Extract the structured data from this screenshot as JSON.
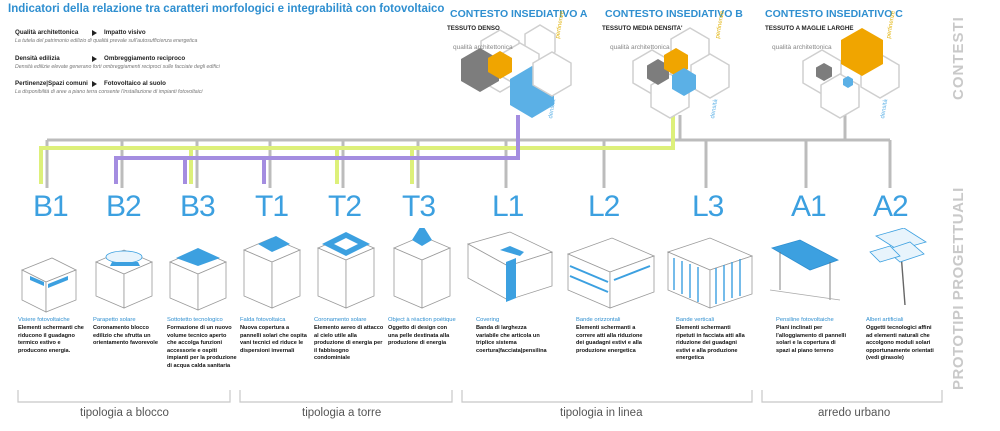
{
  "header": {
    "title": "Indicatori della relazione tra caratteri morfologici e integrabilità con fotovoltaico"
  },
  "indicators": [
    {
      "left": "Qualità architettonica",
      "right": "Impatto visivo",
      "desc": "La tutela del patrimonio edilizio di qualità prevale sull'autosufficienza energetica"
    },
    {
      "left": "Densità edilizia",
      "right": "Ombreggiamento reciproco",
      "desc": "Densità edilizie elevate generano forti ombreggiamenti reciproci sulle facciate degli edifici"
    },
    {
      "left": "Pertinenze|Spazi comuni",
      "right": "Fotovoltaico al suolo",
      "desc": "La disponibilità di aree a piano terra consente l'installazione di impianti fotovoltaici"
    }
  ],
  "contexts": [
    {
      "title": "CONTESTO INSEDIATIVO A",
      "sub": "TESSUTO DENSO",
      "q": "qualità architettonica",
      "p": "pertinenze",
      "d": "densità"
    },
    {
      "title": "CONTESTO INSEDIATIVO B",
      "sub": "TESSUTO MEDIA DENSITA'",
      "q": "qualità architettonica",
      "p": "pertinenze",
      "d": "densità"
    },
    {
      "title": "CONTESTO INSEDIATIVO C",
      "sub": "TESSUTO A MAGLIE LARGHE",
      "q": "qualità architettonica",
      "p": "pertinenze",
      "d": "densità"
    }
  ],
  "side_labels": {
    "contesti": "CONTESTI",
    "prototipi": "PROTOTIPI PROGETTUALI"
  },
  "prototypes": [
    {
      "code": "B1",
      "title": "Visiere fotovoltaiche",
      "desc": "Elementi schermanti che riducono il guadagno termico estivo e producono energia."
    },
    {
      "code": "B2",
      "title": "Parapetto solare",
      "desc": "Coronamento blocco edilizio che sfrutta un orientamento favorevole"
    },
    {
      "code": "B3",
      "title": "Sottotetto tecnologico",
      "desc": "Formazione di un nuovo volume tecnico aperto che accolga funzioni accessorie e ospiti impianti per la produzione di acqua calda sanitaria"
    },
    {
      "code": "T1",
      "title": "Falda fotovoltaica",
      "desc": "Nuova copertura a pannelli solari che ospita vani tecnici ed riduce le dispersioni invernali"
    },
    {
      "code": "T2",
      "title": "Coronamento solare",
      "desc": "Elemento aereo di attacco al cielo utile alla produzione di energia per il fabbisogno condominiale"
    },
    {
      "code": "T3",
      "title": "Object à réaction poétique",
      "desc": "Oggetto di design con una pelle destinata alla produzione di energia"
    },
    {
      "code": "L1",
      "title": "Covering",
      "desc": "Banda di larghezza variabile che articola un triplice sistema coertura|facciata|pensilina"
    },
    {
      "code": "L2",
      "title": "Bande orizzontali",
      "desc": "Elementi schermanti a correre atti alla riduzione dei guadagni estivi e alla produzione energetica"
    },
    {
      "code": "L3",
      "title": "Bande verticali",
      "desc": "Elementi schermanti ripetuti in facciata atti alla riduzione dei guadagni estivi e alla produzione energetica"
    },
    {
      "code": "A1",
      "title": "Pensiline fotovoltaiche",
      "desc": "Piani inclinati per l'alloggiamento di pannelli solari e la copertura di spazi al piano terreno"
    },
    {
      "code": "A2",
      "title": "Alberi artificiali",
      "desc": "Oggetti tecnologici affini ad elementi naturali che accolgono moduli solari opportunamente orientati (vedi girasole)"
    }
  ],
  "categories": [
    "tipologia a blocco",
    "tipologia a torre",
    "tipologia in linea",
    "arredo urbano"
  ],
  "colors": {
    "accent": "#3ca0e0",
    "gray": "#bcbcbc",
    "lime": "#ddf07a",
    "purple": "#a48de0",
    "orange": "#f0a500",
    "dark": "#7d7d7d"
  }
}
